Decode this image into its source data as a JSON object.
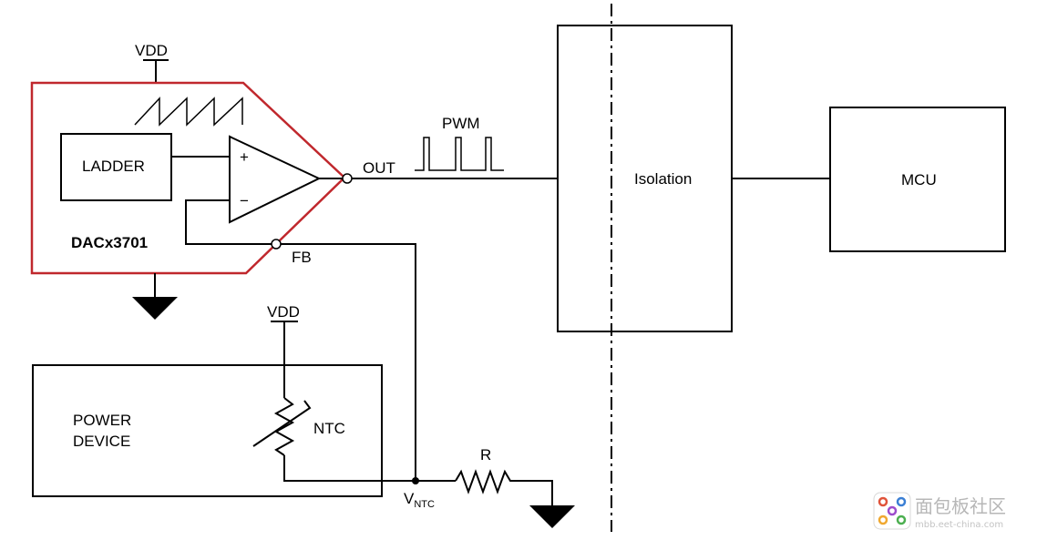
{
  "labels": {
    "vdd_top": "VDD",
    "pwm": "PWM",
    "ladder": "LADDER",
    "plus": "+",
    "minus": "−",
    "out": "OUT",
    "dac_name": "DACx3701",
    "fb": "FB",
    "vdd_bottom": "VDD",
    "power_device_line1": "POWER",
    "power_device_line2": "DEVICE",
    "ntc": "NTC",
    "r": "R",
    "vntc_main": "V",
    "vntc_sub": "NTC",
    "isolation": "Isolation",
    "mcu": "MCU"
  },
  "watermark": {
    "text": "面包板社区",
    "sub": "mbb.eet-china.com"
  },
  "colors": {
    "dac_outline": "#c0282d",
    "wire": "#000000"
  }
}
